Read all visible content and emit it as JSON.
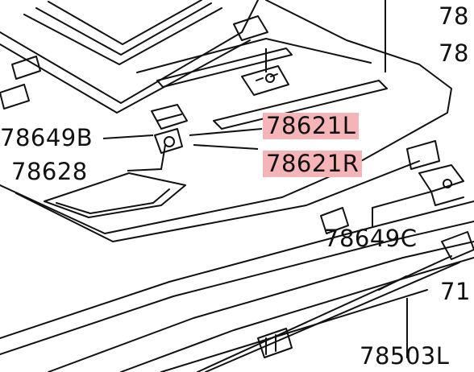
{
  "highlight_color": "#f5b4b8",
  "line_color": "#111111",
  "labels": {
    "top_right_1": "78",
    "top_right_2": "78",
    "part_78649B": "78649B",
    "part_78628": "78628",
    "part_78621L": "78621L",
    "part_78621R": "78621R",
    "part_78649C": "78649C",
    "part_71": "71",
    "part_78503L": "78503L"
  }
}
